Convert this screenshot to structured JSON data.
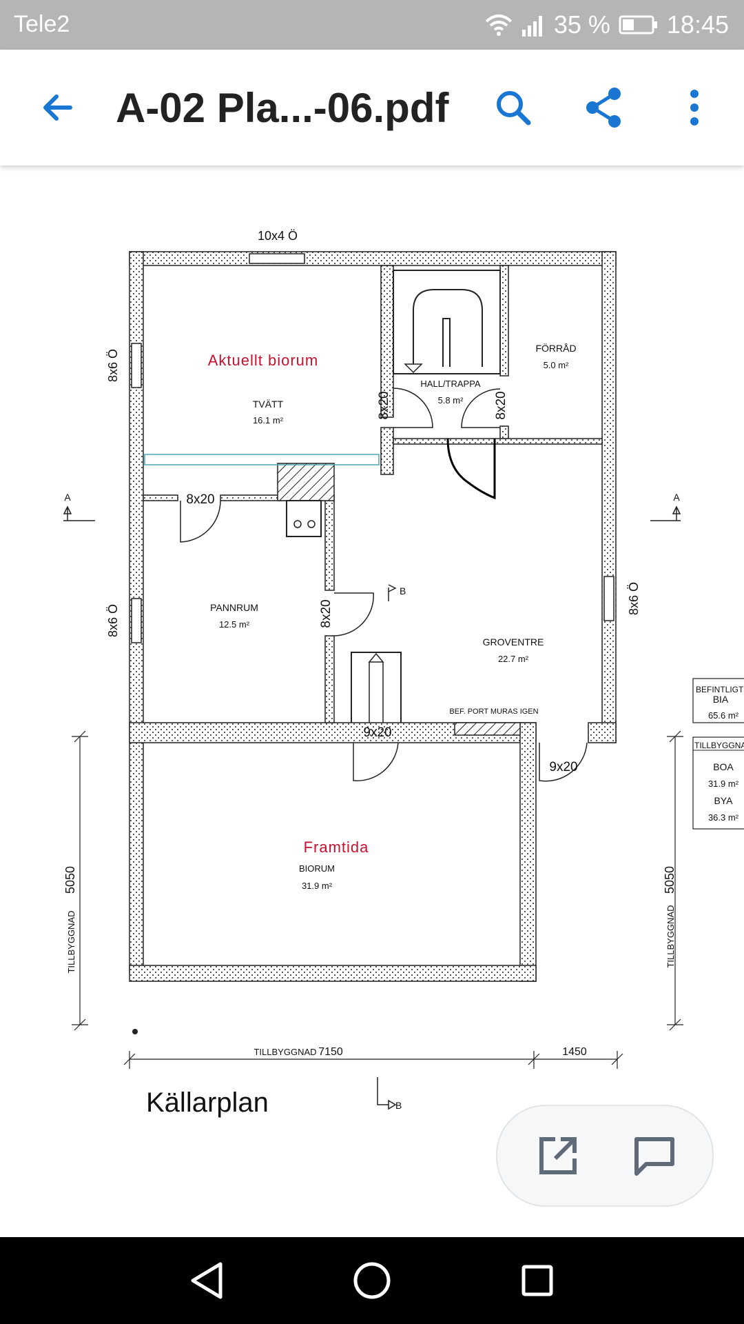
{
  "status_bar": {
    "carrier": "Tele2",
    "battery_percent": "35 %",
    "time": "18:45"
  },
  "app_bar": {
    "title": "A-02 Pla...-06.pdf",
    "back_icon": "arrow-back-icon",
    "search_icon": "search-icon",
    "share_icon": "share-icon",
    "more_icon": "more-vert-icon"
  },
  "colors": {
    "accent": "#1976d2",
    "plan_red": "#c8102e",
    "status_bar": "#b5b5b5"
  },
  "plan": {
    "sheet_title": "Källarplan",
    "rooms": {
      "tvatt": {
        "note": "Aktuellt biorum",
        "name": "TVÄTT",
        "area": "16.1 m²"
      },
      "hall": {
        "name": "HALL/TRAPPA",
        "area": "5.8 m²"
      },
      "forrad": {
        "name": "FÖRRÅD",
        "area": "5.0 m²"
      },
      "pannrum": {
        "name": "PANNRUM",
        "area": "12.5 m²"
      },
      "groventre": {
        "name": "GROVENTRE",
        "area": "22.7 m²"
      },
      "biorum": {
        "note": "Framtida",
        "name": "BIORUM",
        "area": "31.9 m²"
      }
    },
    "labels": {
      "window_top": "10x4 Ö",
      "window_left_1": "8x6 Ö",
      "window_left_2": "8x6 Ö",
      "window_right": "8x6 Ö",
      "door_hall_left": "8x20",
      "door_hall_right": "8x20",
      "door_pannrum_top": "8x20",
      "door_pannrum_side": "8x20",
      "door_bottom": "9x20",
      "door_outside": "9x20",
      "port_note": "BEF. PORT MURAS IGEN",
      "section_mark": "A",
      "section_b": "B"
    },
    "dimensions": {
      "bottom_label": "TILLBYGGNAD",
      "bottom_value": "7150",
      "bottom_extra": "1450",
      "side_label": "TILLBYGGNAD",
      "side_value": "5050"
    },
    "area_table": {
      "befintligt_header": "BEFINTLIGT",
      "bia_label": "BIA",
      "bia_value": "65.6 m²",
      "tillbyggnad_header": "TILLBYGGNAD",
      "boa_label": "BOA",
      "boa_value": "31.9 m²",
      "bya_label": "BYA",
      "bya_value": "36.3 m²"
    }
  },
  "fab": {
    "open_icon": "open-external-icon",
    "comment_icon": "comment-icon"
  },
  "nav_bar": {
    "back_icon": "nav-back-icon",
    "home_icon": "nav-home-icon",
    "recents_icon": "nav-recents-icon"
  }
}
